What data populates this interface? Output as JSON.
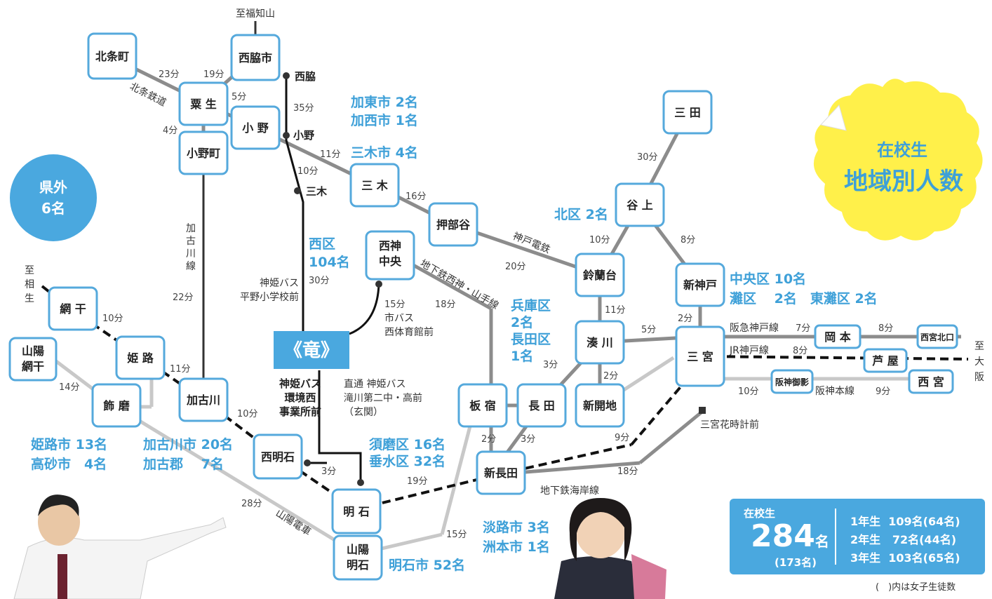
{
  "stations": {
    "hojomachi": "北条町",
    "nishiwakishi": "西脇市",
    "ao": "粟 生",
    "ono_jr": "小 野",
    "onomachi": "小野町",
    "miki": "三 木",
    "oshibedani": "押部谷",
    "sanda": "三 田",
    "tanigami": "谷 上",
    "seishin_chuo": "西神\n中央",
    "suzurandai": "鈴蘭台",
    "shinkobe": "新神戸",
    "minatogawa": "湊 川",
    "sannomiya": "三 宮",
    "okamoto": "岡 本",
    "nishinomiya_kitaguchi": "西宮北口",
    "ashiya": "芦 屋",
    "hanshin_mikage": "阪神御影",
    "nishinomiya": "西 宮",
    "aboshi": "網 干",
    "sanyo_aboshi": "山陽\n網干",
    "himeji": "姫 路",
    "shikama": "飾 磨",
    "kakogawa": "加古川",
    "nishi_akashi": "西明石",
    "akashi": "明 石",
    "sanyo_akashi": "山陽\n明石",
    "itayado": "板 宿",
    "nagata": "長 田",
    "shinkaichi": "新開地",
    "shin_nagata": "新長田"
  },
  "minor_stops": {
    "nishiwaki": "西脇",
    "ono": "小野",
    "miki": "三木",
    "sannomiya_hanadokei": "三宮花時計前"
  },
  "directions": {
    "fukuchiyama": "至福知山",
    "aioi": "至\n相\n生",
    "osaka": "至\n大\n阪"
  },
  "lines": {
    "hojo": "北条鉄道",
    "kakogawa": "加\n古\n川\n線",
    "shintetsu": "神戸電鉄",
    "seishin_yamate": "地下鉄西神・山手線",
    "hankyu": "阪急神戸線",
    "jr_kobe": "JR神戸線",
    "hanshin": "阪神本線",
    "kaigan": "地下鉄海岸線",
    "sanyo": "山陽電車"
  },
  "times": {
    "t23": "23分",
    "t19a": "19分",
    "t5a": "5分",
    "t4": "4分",
    "t35": "35分",
    "t11a": "11分",
    "t10a": "10分",
    "t16": "16分",
    "t30a": "30分",
    "t10b": "10分",
    "t20": "20分",
    "t8a": "8分",
    "t11b": "11分",
    "t2a": "2分",
    "t5b": "5分",
    "t7": "7分",
    "t8b": "8分",
    "t8c": "8分",
    "t10c": "10分",
    "t9a": "9分",
    "t22": "22分",
    "t30b": "30分",
    "t15a": "15分",
    "t18a": "18分",
    "t10d": "10分",
    "t11c": "11分",
    "t14": "14分",
    "t10e": "10分",
    "t3a": "3分",
    "t2b": "2分",
    "t3b": "3分",
    "t3c": "3分",
    "t2c": "2分",
    "t9b": "9分",
    "t18b": "18分",
    "t19b": "19分",
    "t28": "28分",
    "t15b": "15分"
  },
  "bus": {
    "hiraya": "神姫バス\n平野小学校前",
    "city_bus": "市バス\n西体育館前",
    "kankyo": "神姫バス\n環境西\n事業所前",
    "direct": "直通 神姫バス\n滝川第二中・高前\n（玄関）"
  },
  "school": {
    "logo": "《竜》"
  },
  "counts": {
    "kato_kasai": "加東市 2名\n加西市 1名",
    "mikishi": "三木市 4名",
    "kita": "北区 2名",
    "nishi": "西区\n104名",
    "chuo": "中央区 10名\n灘区　 2名　東灘区 2名",
    "hyogo": "兵庫区\n2名\n長田区\n1名",
    "suma": "須磨区 16名\n垂水区 32名",
    "himeji": "姫路市 13名\n高砂市　4名",
    "kakogawa": "加古川市 20名\n加古郡　 7名",
    "akashi": "明石市 52名",
    "awaji": "淡路市 3名\n洲本市 1名"
  },
  "outside": {
    "label": "県外",
    "count": "6名"
  },
  "badge": {
    "line1": "在校生",
    "line2": "地域別人数"
  },
  "summary": {
    "title": "在校生",
    "total": "284",
    "unit": "名",
    "female": "(173名)",
    "grades": [
      {
        "grade": "1年生",
        "count": "109名(64名)"
      },
      {
        "grade": "2年生",
        "count": " 72名(44名)"
      },
      {
        "grade": "3年生",
        "count": "103名(65名)"
      }
    ]
  },
  "footnote": "(　)内は女子生徒数",
  "colors": {
    "accent": "#4aa8df",
    "line": "#8c8c8c",
    "dashed": "#111111",
    "badge": "#fff04a"
  }
}
